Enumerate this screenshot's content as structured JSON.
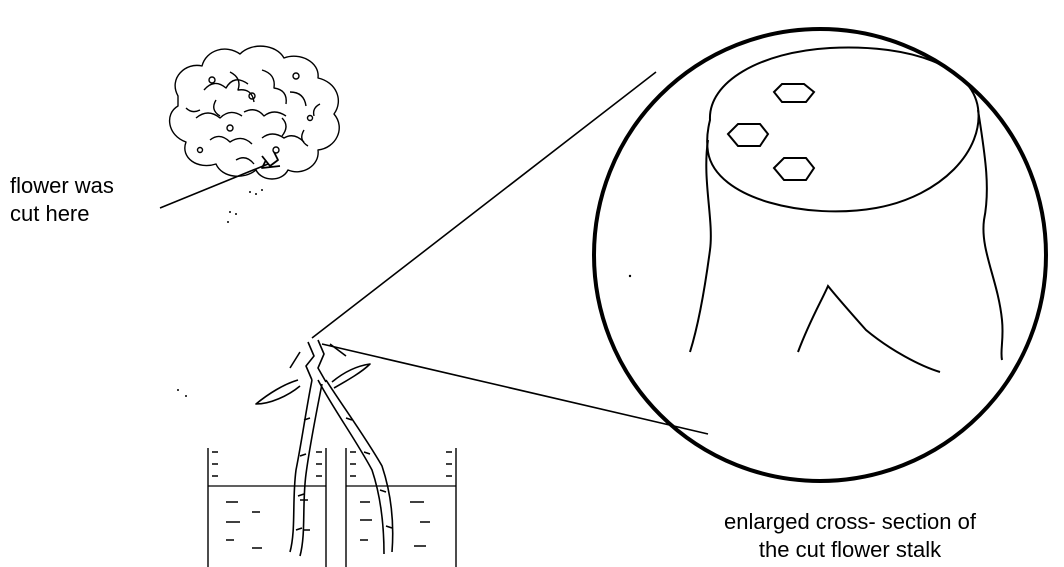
{
  "labels": {
    "cut_line1": "flower was",
    "cut_line2": "cut here",
    "section_line1": "enlarged cross- section of",
    "section_line2": "the cut flower stalk"
  }
}
